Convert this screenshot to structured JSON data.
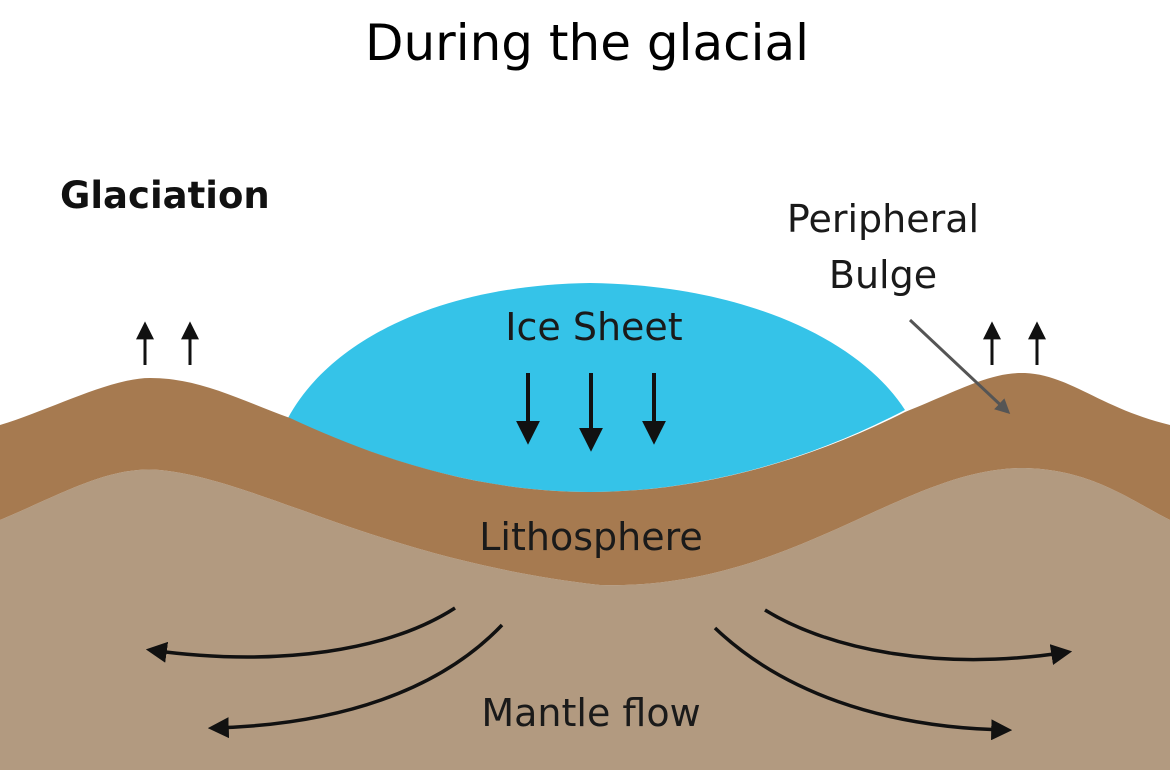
{
  "title": "During the glacial",
  "labels": {
    "glaciation": "Glaciation",
    "peripheral_line1": "Peripheral",
    "peripheral_line2": "Bulge",
    "ice_sheet": "Ice Sheet",
    "lithosphere": "Lithosphere",
    "mantle_flow": "Mantle flow"
  },
  "colors": {
    "ice": "#35C3E8",
    "lithosphere": "#A67A50",
    "mantle": "#B29A80",
    "arrow": "#111111",
    "pointer": "#555555"
  }
}
